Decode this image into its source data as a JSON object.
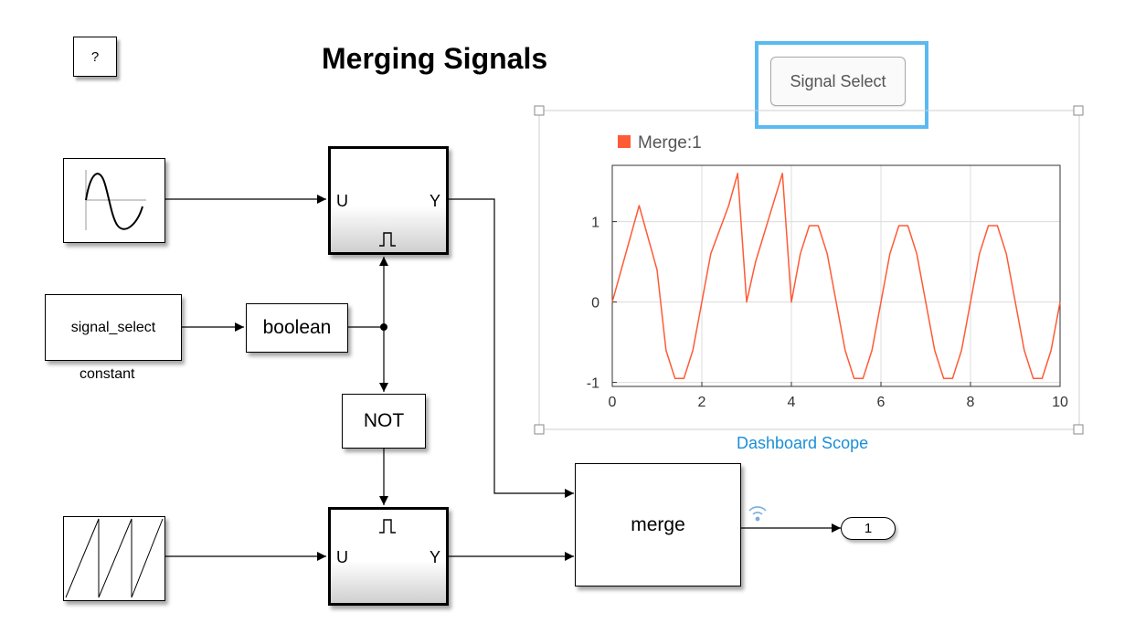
{
  "title": "Merging Signals",
  "help_label": "?",
  "signal_select_button": "Signal Select",
  "blocks": {
    "constant_value": "signal_select",
    "constant_caption": "constant",
    "boolean_label": "boolean",
    "not_label": "NOT",
    "merge_label": "merge",
    "outport_label": "1",
    "enabled_top_in": "U",
    "enabled_top_out": "Y",
    "enabled_bottom_in": "U",
    "enabled_bottom_out": "Y"
  },
  "scope": {
    "caption": "Dashboard Scope"
  },
  "chart_data": {
    "type": "line",
    "title": "",
    "xlabel": "",
    "ylabel": "",
    "xlim": [
      0,
      10
    ],
    "ylim": [
      -1.05,
      1.7
    ],
    "xticks": [
      "0",
      "2",
      "4",
      "6",
      "8",
      "10"
    ],
    "yticks": [
      "1",
      "0",
      "-1"
    ],
    "ytick_values": [
      1,
      0,
      -1
    ],
    "grid": true,
    "legend": "top-left",
    "series": [
      {
        "name": "Merge:1",
        "color": "#ff5a36",
        "x": [
          0,
          0.6,
          1.0,
          1.2,
          1.4,
          1.6,
          1.8,
          2.0,
          2.2,
          2.6,
          2.8,
          3.0,
          3.2,
          3.8,
          4.0,
          4.2,
          4.4,
          4.6,
          4.8,
          5.0,
          5.2,
          5.4,
          5.6,
          5.8,
          6.0,
          6.2,
          6.4,
          6.6,
          6.8,
          7.0,
          7.2,
          7.4,
          7.6,
          7.8,
          8.0,
          8.2,
          8.4,
          8.6,
          8.8,
          9.0,
          9.2,
          9.4,
          9.6,
          9.8,
          10.0
        ],
        "y": [
          0,
          1.2,
          0.4,
          -0.6,
          -0.95,
          -0.95,
          -0.6,
          0,
          0.6,
          1.2,
          1.6,
          0,
          0.5,
          1.6,
          0,
          0.6,
          0.95,
          0.95,
          0.6,
          0,
          -0.6,
          -0.95,
          -0.95,
          -0.6,
          0,
          0.6,
          0.95,
          0.95,
          0.6,
          0,
          -0.6,
          -0.95,
          -0.95,
          -0.6,
          0,
          0.6,
          0.95,
          0.95,
          0.6,
          0,
          -0.6,
          -0.95,
          -0.95,
          -0.6,
          0
        ]
      }
    ]
  }
}
